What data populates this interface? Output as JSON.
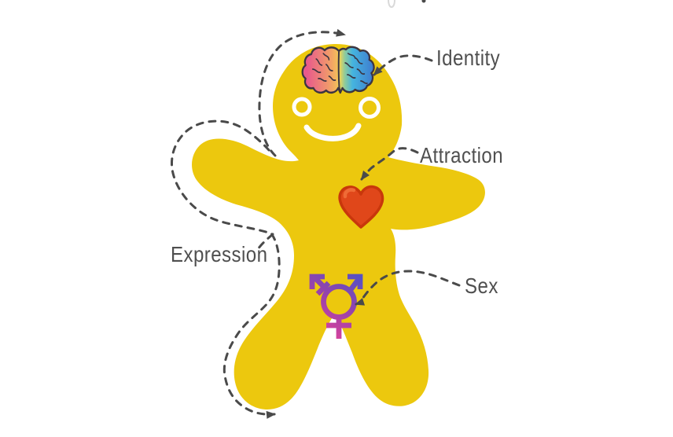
{
  "diagram": {
    "figure_name": "genderbread-person",
    "labels": {
      "identity": "Identity",
      "attraction": "Attraction",
      "expression": "Expression",
      "sex": "Sex"
    },
    "icons": [
      "brain-icon",
      "heart-icon",
      "transgender-symbol-icon",
      "smiley-face",
      "dashed-arrow-over-head",
      "dashed-outline-trail"
    ],
    "colors": {
      "body_yellow": "#ECC80E",
      "label_text": "#4F4F4F",
      "dashed_line": "#4A4A4A",
      "heart_fill": "#E0471A",
      "heart_outline": "#C8370B",
      "heart_highlight": "#EF6B36",
      "brain_pink": "#E85A8C",
      "brain_yellow": "#EFD455",
      "brain_blue": "#3F7FD0",
      "brain_outline": "#3C3542",
      "symbol_violet": "#5751C5",
      "symbol_purple": "#9A42AA",
      "symbol_pink": "#E2439B",
      "background": "#FFFFFF"
    }
  }
}
